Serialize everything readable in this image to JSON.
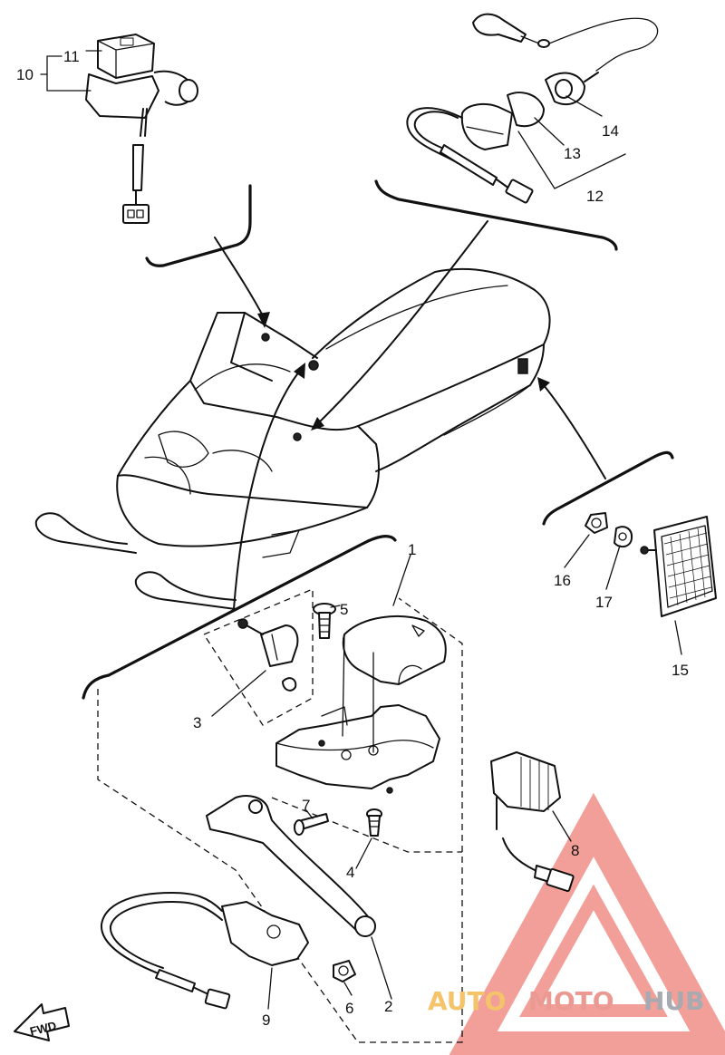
{
  "diagram": {
    "callouts": {
      "c1": "1",
      "c2": "2",
      "c3": "3",
      "c4": "4",
      "c5": "5",
      "c6": "6",
      "c7": "7",
      "c8": "8",
      "c9": "9",
      "c10": "10",
      "c11": "11",
      "c12": "12",
      "c13": "13",
      "c14": "14",
      "c15": "15",
      "c16": "16",
      "c17": "17"
    },
    "fwd_label": "FWD",
    "watermark": {
      "part1": "AUTO",
      "part2": "MOTO",
      "part3": "HUB"
    },
    "colors": {
      "line": "#111111",
      "watermark_red": "#e8524a",
      "watermark_gold": "#f4c36a",
      "watermark_gray": "#a8aab1"
    }
  }
}
